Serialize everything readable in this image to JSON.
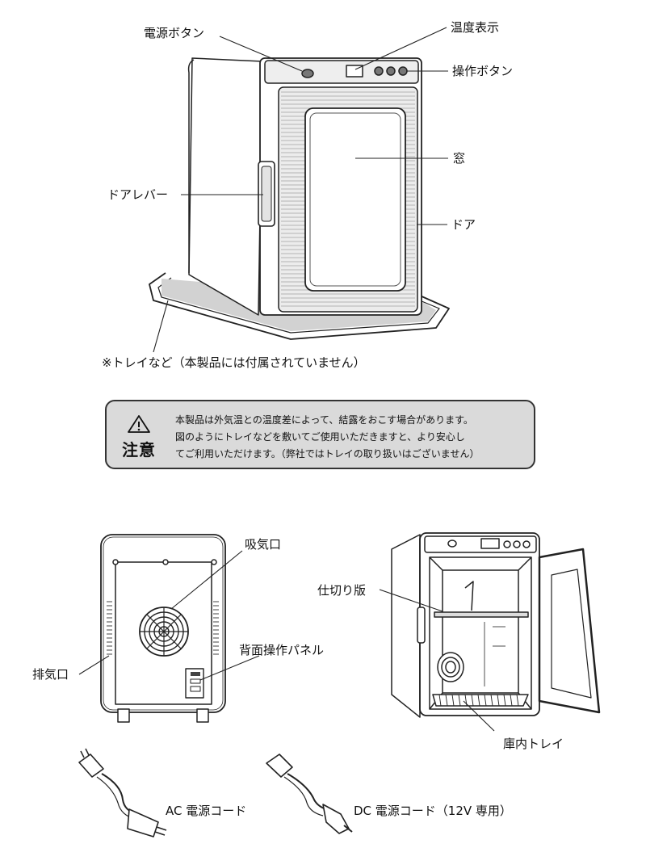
{
  "labels": {
    "power_button": "電源ボタン",
    "temp_display": "温度表示",
    "control_buttons": "操作ボタン",
    "window": "窓",
    "door_lever": "ドアレバー",
    "door": "ドア",
    "tray_note": "※トレイなど（本製品には付属されていません）",
    "intake": "吸気口",
    "back_panel": "背面操作パネル",
    "exhaust": "排気口",
    "divider": "仕切り版",
    "inner_tray": "庫内トレイ",
    "ac_cord": "AC 電源コード",
    "dc_cord": "DC 電源コード（12V 専用）"
  },
  "notice": {
    "title": "注意",
    "icon": "warning-triangle-icon",
    "lines": [
      "本製品は外気温との温度差によって、結露をおこす場合があります。",
      "図のようにトレイなどを敷いてご使用いただきますと、より安心し",
      "てご利用いただけます。（弊社ではトレイの取り扱いはございません）"
    ]
  }
}
